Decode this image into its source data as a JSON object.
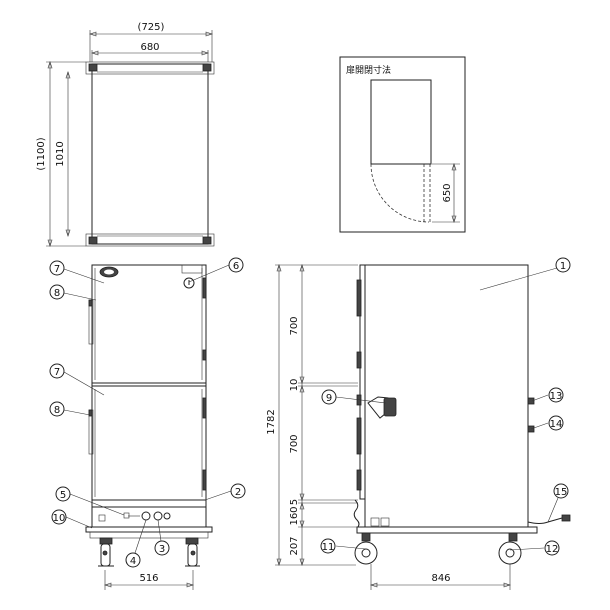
{
  "top_view": {
    "overall_width": "(725)",
    "body_width": "680",
    "overall_depth": "(1100)",
    "body_depth": "1010"
  },
  "door_inset": {
    "title": "扉開閉寸法",
    "swing_depth": "650"
  },
  "front_view": {
    "base_width": "516"
  },
  "side_view": {
    "total_height": "1782",
    "upper_compartment": "700",
    "partition": "10",
    "lower_compartment": "700",
    "gap": "5",
    "base_section": "160",
    "caster_height": "207",
    "depth": "846"
  },
  "callouts": [
    "1",
    "2",
    "3",
    "4",
    "5",
    "6",
    "7",
    "7",
    "8",
    "8",
    "9",
    "10",
    "11",
    "12",
    "13",
    "14",
    "15"
  ]
}
